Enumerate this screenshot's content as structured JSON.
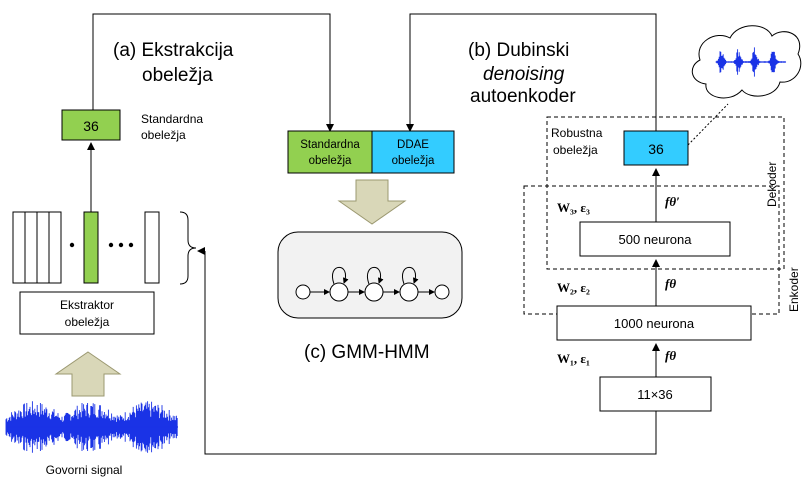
{
  "section_a": {
    "title_line1": "(a) Ekstrakcija",
    "title_line2": "obeležja"
  },
  "section_b": {
    "title_line1": "(b) Dubinski",
    "title_line2": "denoising",
    "title_line3": "autoenkoder"
  },
  "section_c": {
    "title": "(c) GMM-HMM"
  },
  "extraction": {
    "feature_box_value": "36",
    "feature_label_line1": "Standardna",
    "feature_label_line2": "obeležja",
    "extractor_line1": "Ekstraktor",
    "extractor_line2": "obeležja",
    "signal_label": "Govorni signal"
  },
  "gmm_input": {
    "standard_line1": "Standardna",
    "standard_line2": "obeležja",
    "ddae_line1": "DDAE",
    "ddae_line2": "obeležja"
  },
  "ddae": {
    "output_value": "36",
    "robust_line1": "Robustna",
    "robust_line2": "obeležja",
    "layer_500": "500 neurona",
    "layer_1000": "1000 neurona",
    "input_layer": "11×36",
    "w3_label": "W₃, ε₃",
    "w2_label": "W₂, ε₂",
    "w1_label": "W₁, ε₁",
    "f_theta_prime": "fθ′",
    "f_theta_2": "fθ",
    "f_theta_1": "fθ",
    "decoder_label": "Dekoder",
    "encoder_label": "Enkoder"
  },
  "colors": {
    "green": "#92d050",
    "cyan": "#33ccff",
    "wave_blue": "#1a33e6",
    "hmm_bg": "#f2f2f2",
    "arrow_fill": "#d9d7b8",
    "arrow_stroke": "#9b9870"
  }
}
